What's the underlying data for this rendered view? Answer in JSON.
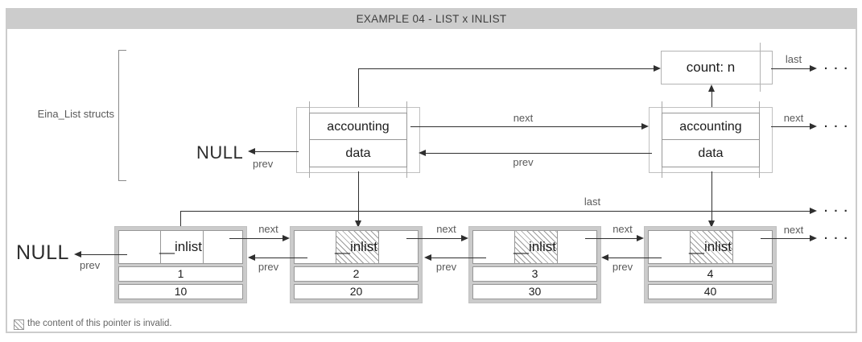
{
  "title": "EXAMPLE 04 - LIST x INLIST",
  "labels": {
    "next": "next",
    "prev": "prev",
    "last": "last",
    "null_text": "NULL",
    "ellipsis": ". . ."
  },
  "eina_list": {
    "bracket_label": "Eina_List structs",
    "accounting": {
      "count_label": "count: n"
    },
    "nodes": [
      {
        "cell1": "accounting",
        "cell2": "data"
      },
      {
        "cell1": "accounting",
        "cell2": "data"
      }
    ]
  },
  "inlist": {
    "struct_label": "__inlist",
    "nodes": [
      {
        "id": "1",
        "value": "10",
        "pointer_invalid": false
      },
      {
        "id": "2",
        "value": "20",
        "pointer_invalid": true
      },
      {
        "id": "3",
        "value": "30",
        "pointer_invalid": true
      },
      {
        "id": "4",
        "value": "40",
        "pointer_invalid": true
      }
    ]
  },
  "legend": {
    "text": "the content of this pointer is invalid."
  },
  "colors": {
    "titlebar_bg": "#cccccc",
    "frame_border": "#cccccc",
    "inner_box_border": "#979797",
    "outer_box_border": "#c0c0c0",
    "inlist_frame_bg": "#cbcbcb",
    "line": "#2f2f2f",
    "label_text": "#5a5a5a",
    "hatch": "#9a9a9a"
  }
}
